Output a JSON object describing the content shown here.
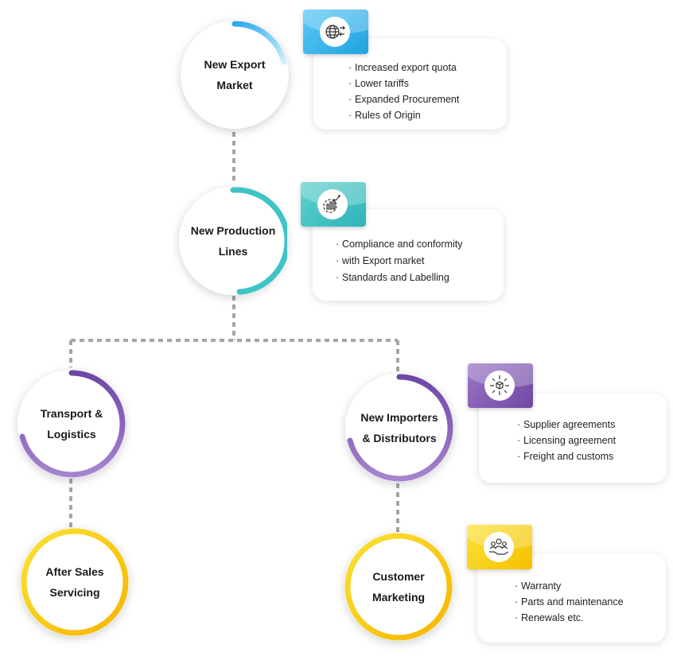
{
  "colors": {
    "blue": "#38b6f0",
    "teal": "#3ec3c6",
    "purple": "#7d55ad",
    "yellow": "#f9cc10",
    "connector": "#a5a5a5"
  },
  "nodes": {
    "new_export_market": {
      "label_line1": "New Export",
      "label_line2": "Market"
    },
    "new_production_lines": {
      "label_line1": "New Production",
      "label_line2": "Lines"
    },
    "transport_logistics": {
      "label_line1": "Transport &",
      "label_line2": "Logistics"
    },
    "new_importers": {
      "label_line1": "New Importers",
      "label_line2": "& Distributors"
    },
    "after_sales": {
      "label_line1": "After Sales",
      "label_line2": "Servicing"
    },
    "customer_marketing": {
      "label_line1": "Customer",
      "label_line2": "Marketing"
    }
  },
  "cards": {
    "export": {
      "icon": "globe-exchange-icon",
      "items": [
        "Increased export quota",
        "Lower tariffs",
        "Expanded Procurement",
        "Rules of Origin"
      ]
    },
    "production": {
      "icon": "gear-chart-icon",
      "items": [
        "Compliance and conformity",
        "with Export market",
        "Standards and Labelling"
      ]
    },
    "importers": {
      "icon": "distribution-box-icon",
      "items": [
        "Supplier agreements",
        "Licensing agreement",
        "Freight and customs"
      ]
    },
    "marketing": {
      "icon": "customer-care-icon",
      "items": [
        "Warranty",
        "Parts and maintenance",
        "Renewals etc."
      ]
    }
  }
}
